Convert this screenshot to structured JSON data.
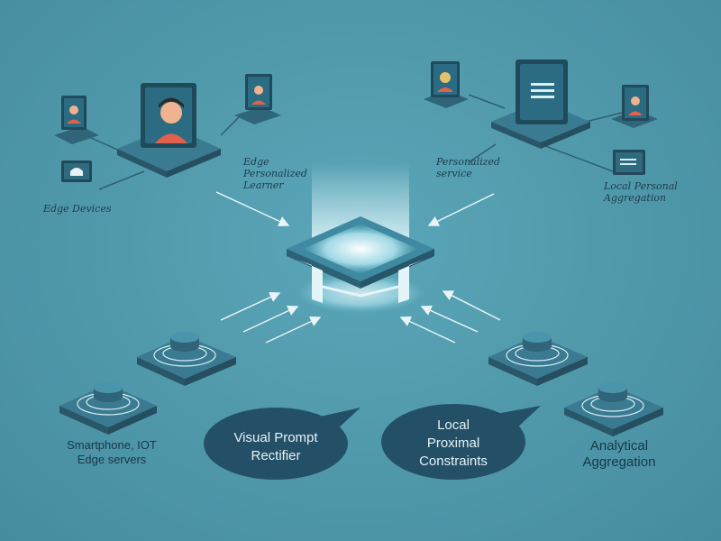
{
  "labels": {
    "edge_devices": "Edge Devices",
    "edge_personalized": "Edge\nPersonalized\nLearner",
    "personalized_service": "Personalized\nservice",
    "local_aggregation": "Local Personal\nAggregation",
    "smartphone": "Smartphone, IOT\nEdge servers",
    "analytical": "Analytical\nAggregation"
  },
  "bubbles": {
    "left": "Visual Prompt\nRectifier",
    "right": "Local\nProximal\nConstraints"
  },
  "colors": {
    "background": "#4f98aa",
    "device_dark": "#2f6479",
    "device_top": "#3b7b92",
    "screen": "#1f4a5c",
    "bubble": "#245067",
    "glow": "#d9f6fb",
    "avatar_shirt": "#e2604e"
  }
}
